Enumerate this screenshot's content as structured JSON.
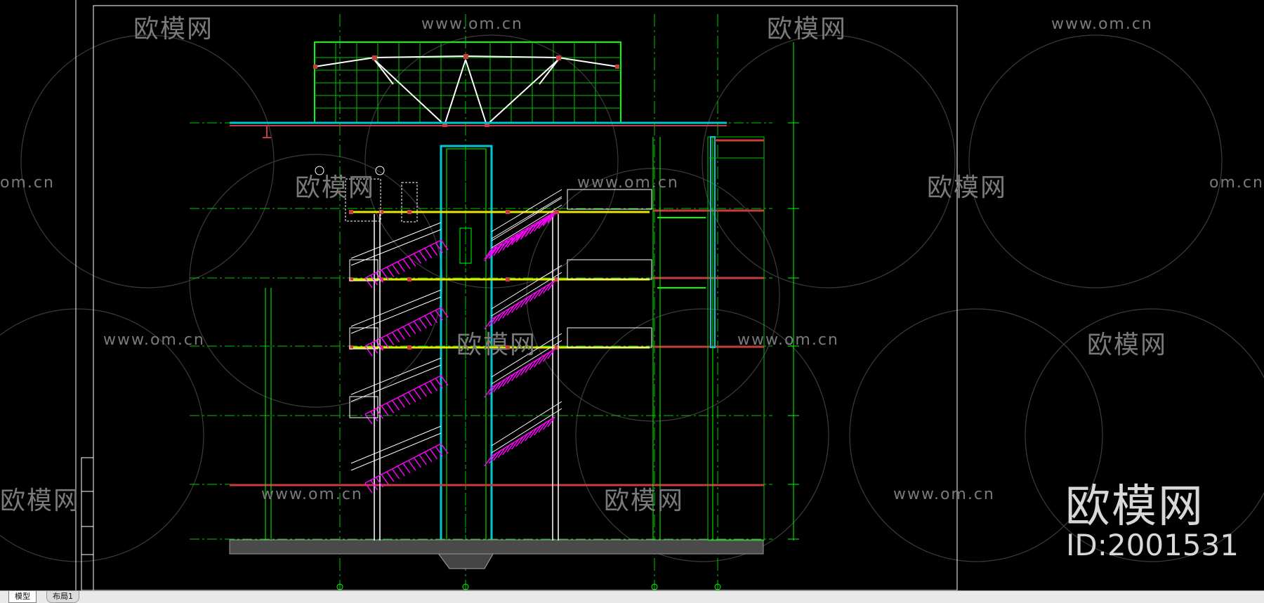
{
  "tabs": [
    {
      "label": "模型"
    },
    {
      "label": "布局1"
    }
  ],
  "watermark": {
    "brand": "欧模网",
    "id_text": "ID:2001531",
    "site": "www.om.cn",
    "site_short": "om.cn",
    "repeat_brand": "欧模网"
  },
  "colors": {
    "background": "#000000",
    "structure_green": "#00ff00",
    "frame_cyan": "#00c8d2",
    "slab_red": "#c83c3c",
    "floor_yellow": "#e6e600",
    "stair_magenta": "#ff00ff",
    "railing_white": "#ffffff",
    "watermark_gray": "#d8d8d8"
  },
  "drawing": {
    "type": "building-section",
    "floors": 5,
    "icons": [
      "watermark-logo-icon",
      "grid-axis-marker-icon"
    ]
  }
}
